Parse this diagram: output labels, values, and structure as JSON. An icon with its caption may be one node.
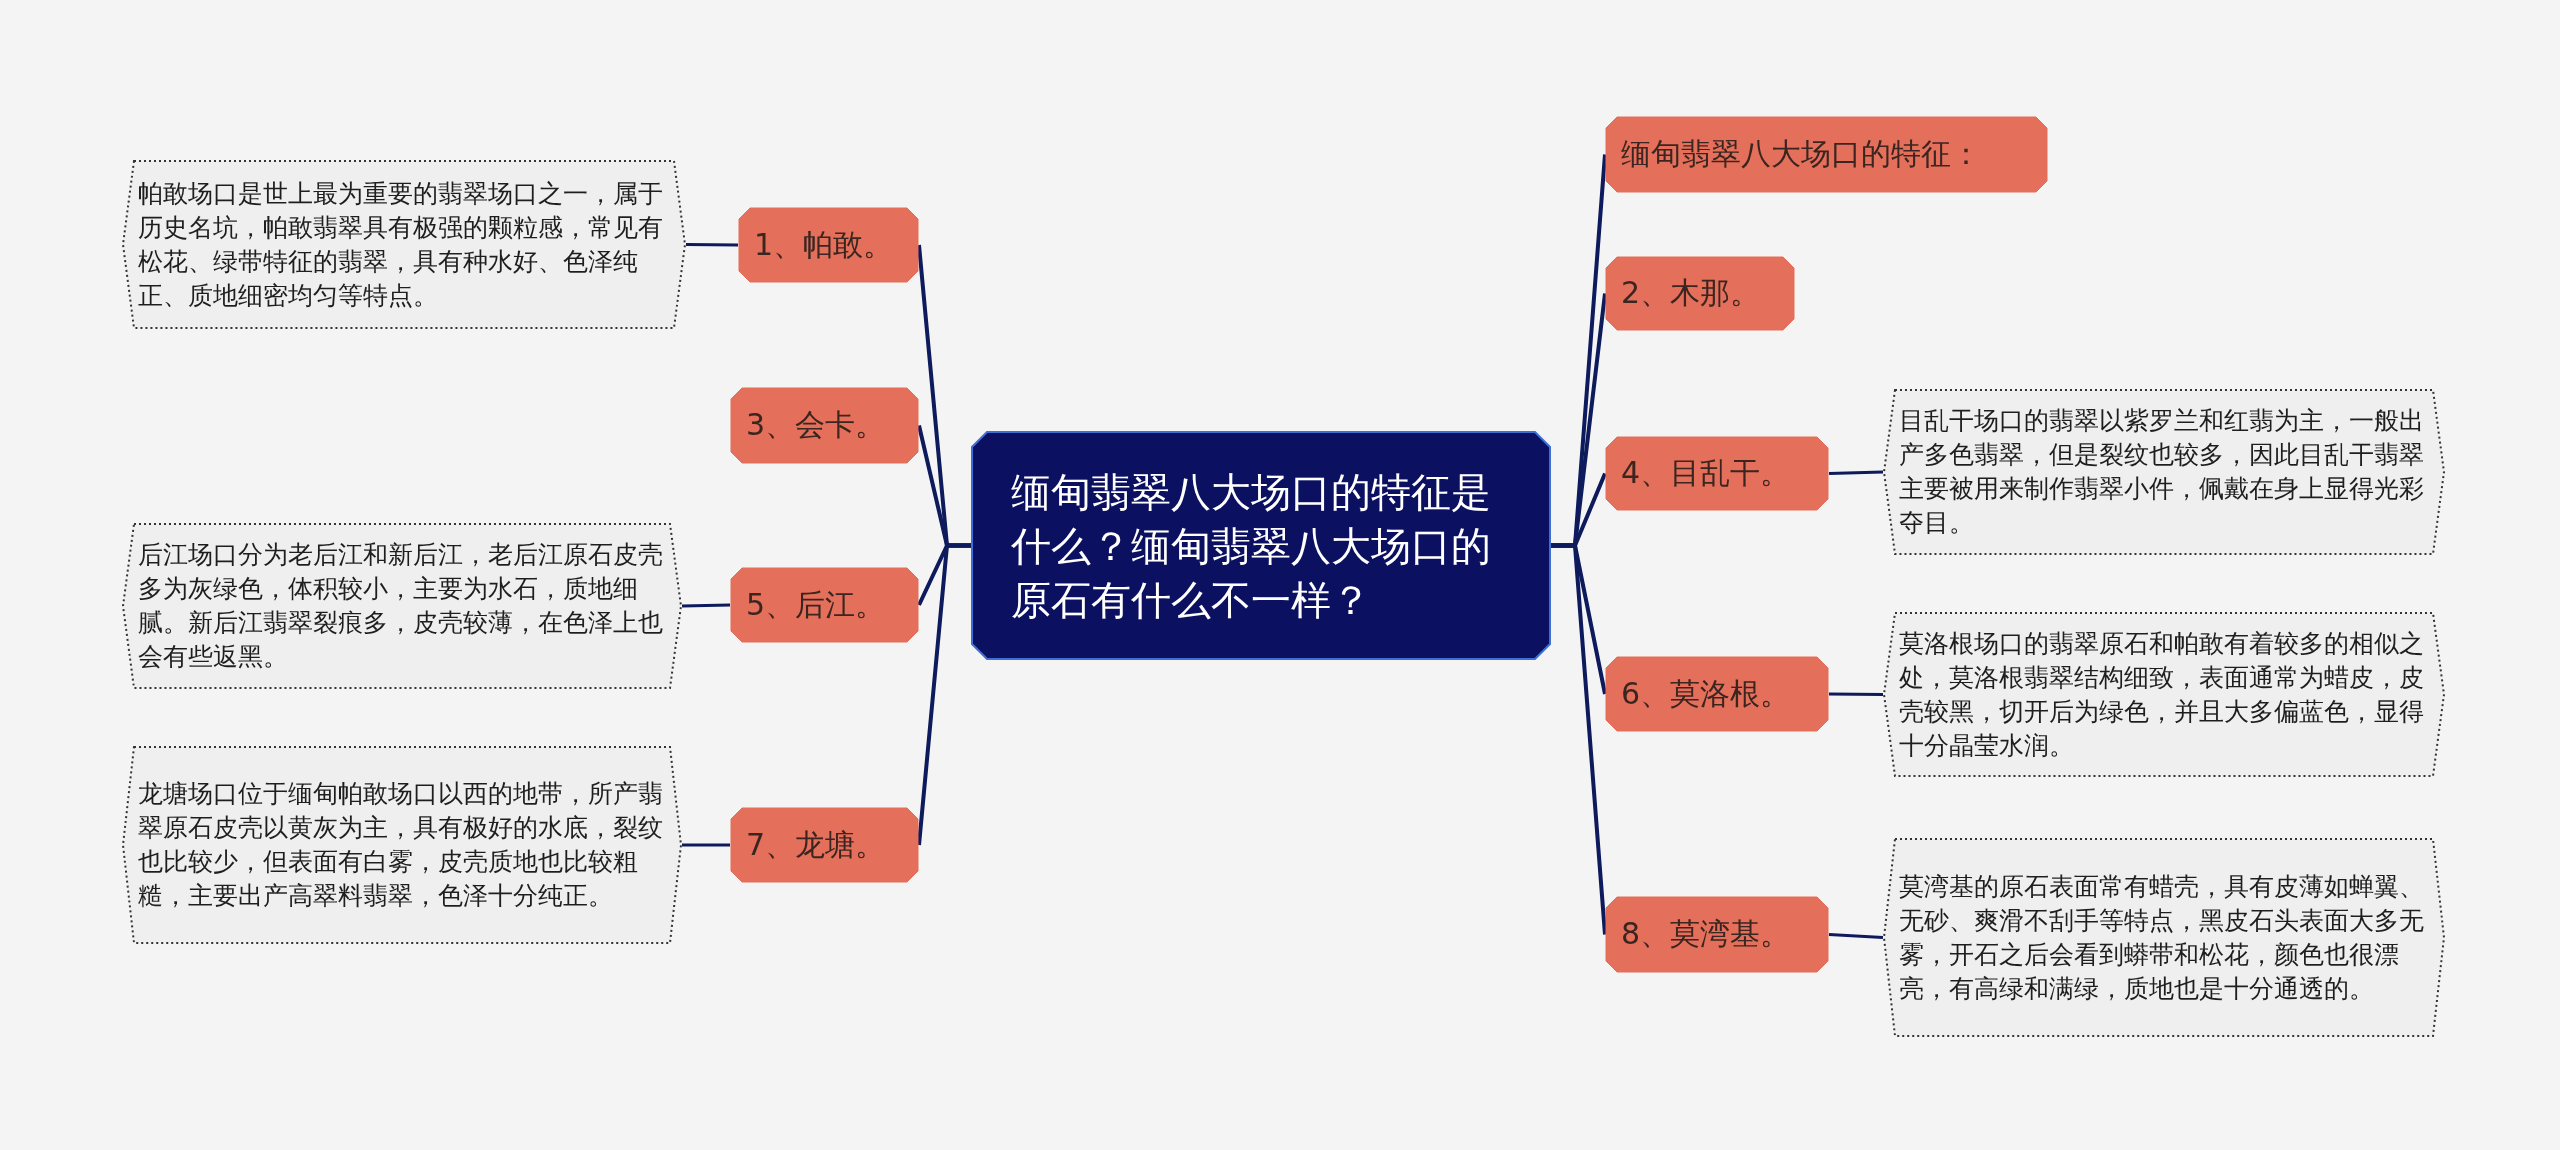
{
  "diagram": {
    "nodes": [
      {
        "text": [
          "缅甸翡翠八大场口的特征是什么？缅甸翡翠八大场口的原石有什么不一样？"
        ]
      },
      {
        "text": [
          "缅甸翡翠八大场口的特征："
        ]
      },
      {
        "text": [
          "1、帕敢。"
        ]
      },
      {
        "text": [
          "2、木那。"
        ]
      },
      {
        "text": [
          "3、会卡。"
        ]
      },
      {
        "text": [
          "4、目乱干。"
        ]
      },
      {
        "text": [
          "5、后江。"
        ]
      },
      {
        "text": [
          "6、莫洛根。"
        ]
      },
      {
        "text": [
          "7、龙塘。"
        ]
      },
      {
        "text": [
          "8、莫湾基。"
        ]
      },
      {
        "text": [
          "帕敢场口是世上最为重要的翡翠场口之一，属于历史名坑，帕敢翡翠具有极强的颗粒感，常见有松花、绿带特征的翡翠，具有种水好、色泽纯正、质地细密均匀等特点。"
        ]
      },
      {
        "text": [
          "目乱干场口的翡翠以紫罗兰和红翡为主，一般出产多色翡翠，但是裂纹也较多，因此目乱干翡翠主要被用来制作翡翠小件，佩戴在身上显得光彩夺目。"
        ]
      },
      {
        "text": [
          "后江场口分为老后江和新后江，老后江原石皮壳多为灰绿色，体积较小，主要为水石，质地细腻。新后江翡翠裂痕多，皮壳较薄，在色泽上也会有些返黑。"
        ]
      },
      {
        "text": [
          "莫洛根场口的翡翠原石和帕敢有着较多的相似之处，莫洛根翡翠结构细致，表面通常为蜡皮，皮壳较黑，切开后为绿色，并且大多偏蓝色，显得十分晶莹水润。"
        ]
      },
      {
        "text": [
          "龙塘场口位于缅甸帕敢场口以西的地带，所产翡翠原石皮壳以黄灰为主，具有极好的水底，裂纹也比较少，但表面有白雾，皮壳质地也比较粗糙，主要出产高翠料翡翠，色泽十分纯正。"
        ]
      },
      {
        "text": [
          "莫湾基的原石表面常有蜡壳，具有皮薄如蝉翼、无砂、爽滑不刮手等特点，黑皮石头表面大多无雾，开石之后会看到蟒带和松花，颜色也很漂亮，有高绿和满绿，质地也是十分通透的。"
        ]
      }
    ],
    "edges": [
      {
        "from": 0,
        "to": 1,
        "arrow": "none"
      },
      {
        "from": 0,
        "to": 2,
        "arrow": "none"
      },
      {
        "from": 0,
        "to": 3,
        "arrow": "none"
      },
      {
        "from": 0,
        "to": 4,
        "arrow": "none"
      },
      {
        "from": 0,
        "to": 5,
        "arrow": "none"
      },
      {
        "from": 0,
        "to": 6,
        "arrow": "none"
      },
      {
        "from": 0,
        "to": 7,
        "arrow": "none"
      },
      {
        "from": 0,
        "to": 8,
        "arrow": "none"
      },
      {
        "from": 0,
        "to": 9,
        "arrow": "none"
      },
      {
        "from": 2,
        "to": 10,
        "arrow": "none"
      },
      {
        "from": 5,
        "to": 11,
        "arrow": "none"
      },
      {
        "from": 6,
        "to": 12,
        "arrow": "none"
      },
      {
        "from": 7,
        "to": 13,
        "arrow": "none"
      },
      {
        "from": 8,
        "to": 14,
        "arrow": "none"
      },
      {
        "from": 9,
        "to": 15,
        "arrow": "none"
      }
    ]
  }
}
